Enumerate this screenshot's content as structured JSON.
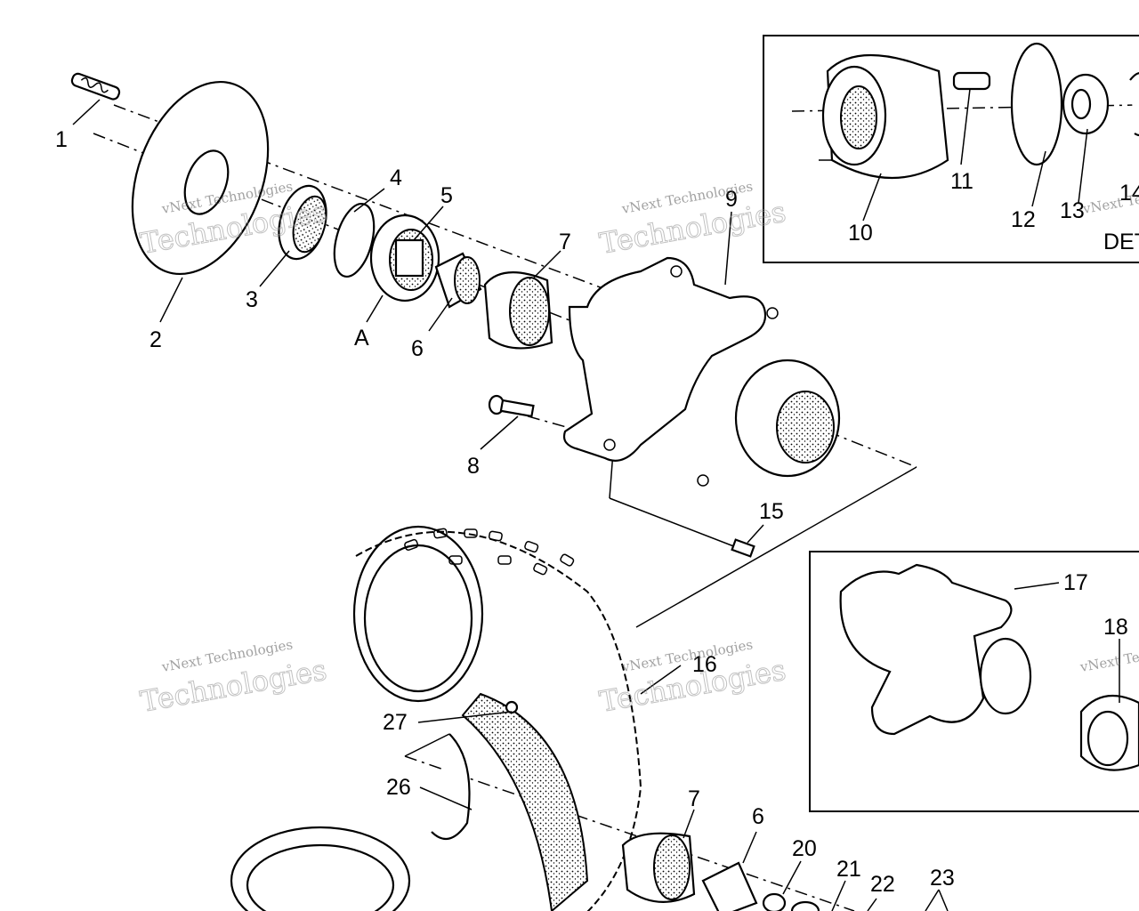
{
  "labels": {
    "p1": "1",
    "p2": "2",
    "p3": "3",
    "p4": "4",
    "p5": "5",
    "pA": "A",
    "p6": "6",
    "p7": "7",
    "p8": "8",
    "p9": "9",
    "p10": "10",
    "p11": "11",
    "p12": "12",
    "p13": "13",
    "p14": "14",
    "p15": "15",
    "p16": "16",
    "p17": "17",
    "p18": "18",
    "p7b": "7",
    "p6b": "6",
    "p20": "20",
    "p21": "21",
    "p22": "22",
    "p23": "23",
    "p26": "26",
    "p27": "27",
    "detail": "DET"
  },
  "watermark": {
    "line1": "vNext Technologies",
    "line2": "Technologies",
    "line3": "vNext"
  }
}
